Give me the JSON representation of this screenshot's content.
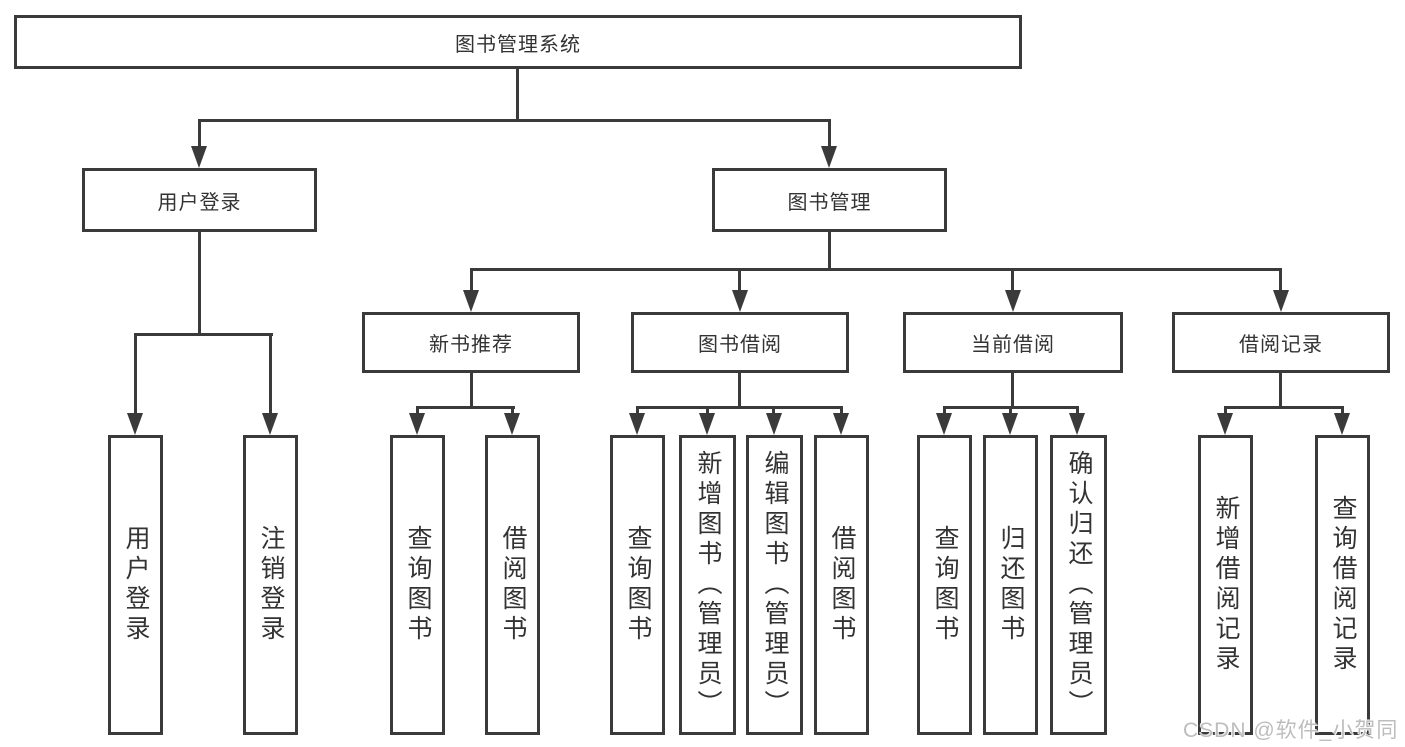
{
  "tree": {
    "root": "图书管理系统",
    "user_login": {
      "label": "用户登录",
      "children": [
        "用户登录",
        "注销登录"
      ]
    },
    "book_mgmt": {
      "label": "图书管理",
      "groups": [
        {
          "label": "新书推荐",
          "children": [
            "查询图书",
            "借阅图书"
          ]
        },
        {
          "label": "图书借阅",
          "children": [
            "查询图书",
            "新增图书（管理员）",
            "编辑图书（管理员）",
            "借阅图书"
          ]
        },
        {
          "label": "当前借阅",
          "children": [
            "查询图书",
            "归还图书",
            "确认归还（管理员）"
          ]
        },
        {
          "label": "借阅记录",
          "children": [
            "新增借阅记录",
            "查询借阅记录"
          ]
        }
      ]
    }
  },
  "watermark": "CSDN @软件_小贺同学"
}
